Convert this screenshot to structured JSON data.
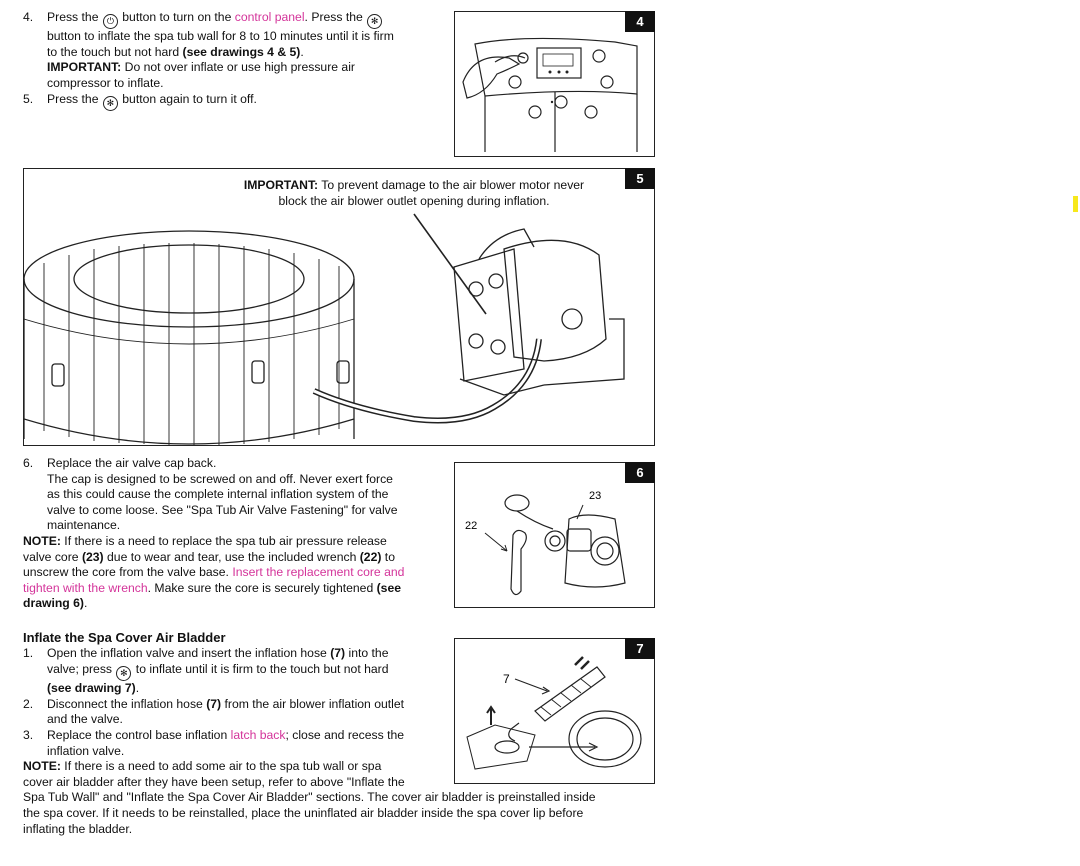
{
  "step4": {
    "num": "4.",
    "t1": "Press the ",
    "t2": " button to turn on the ",
    "link": "control panel",
    "t3": ". Press the ",
    "t4": "button to inflate the spa tub wall for 8 to 10 minutes until it is firm",
    "t5": "to the touch but not hard ",
    "t5b": "(see drawings 4 & 5)",
    "t5c": ".",
    "imp_label": "IMPORTANT:",
    "imp1": " Do not over inflate or use high pressure air",
    "imp2": "compressor to inflate."
  },
  "step5": {
    "num": "5.",
    "t1": "Press the ",
    "t2": " button again to turn it off."
  },
  "drawing4": {
    "tag": "4"
  },
  "drawing5": {
    "tag": "5",
    "imp_label": "IMPORTANT:",
    "line1": " To prevent damage to the air blower motor never",
    "line2": "block the air blower outlet opening during inflation."
  },
  "step6": {
    "num": "6.",
    "l1": "Replace the air valve cap back.",
    "l2": "The cap is designed to be screwed on and off. Never exert force",
    "l3": "as this could cause the complete internal inflation system of the",
    "l4": "valve to come loose. See \"Spa Tub Air Valve Fastening\" for valve",
    "l5": "maintenance."
  },
  "note1": {
    "label": "NOTE:",
    "l1": " If there is a need to replace the spa tub air pressure release",
    "l2a": "valve core ",
    "l2b": "(23)",
    "l2c": " due to wear and tear, use the included wrench ",
    "l2d": "(22)",
    "l2e": " to",
    "l3a": "unscrew the core from the valve base. ",
    "l3b": "Insert the replacement core and",
    "l4a": "tighten with the wrench",
    "l4b": ". Make sure the core is securely tightened ",
    "l4c": "(see",
    "l5": "drawing 6)",
    "l5b": "."
  },
  "drawing6": {
    "tag": "6",
    "label22": "22",
    "label23": "23"
  },
  "cover": {
    "heading": "Inflate the Spa Cover Air Bladder",
    "s1num": "1.",
    "s1a": "Open the inflation valve and insert the inflation hose ",
    "s1b": "(7)",
    "s1c": " into the",
    "s1d": "valve; press ",
    "s1e": " to inflate until it is firm to the touch but not hard",
    "s1f": "(see drawing 7)",
    "s1g": ".",
    "s2num": "2.",
    "s2a": "Disconnect the inflation hose ",
    "s2b": "(7)",
    "s2c": " from the air blower inflation outlet",
    "s2d": "and the valve.",
    "s3num": "3.",
    "s3a": "Replace the control base inflation ",
    "s3b": "latch back",
    "s3c": "; close and recess the",
    "s3d": "inflation valve."
  },
  "drawing7": {
    "tag": "7",
    "label7": "7"
  },
  "note2": {
    "label": "NOTE:",
    "l1": " If there is a need to add some air to the spa tub wall or spa",
    "l2": "cover air bladder after they have been setup, refer to above \"Inflate the",
    "l3": "Spa Tub Wall\" and \"Inflate the Spa Cover Air Bladder\" sections. The cover air bladder is preinstalled inside",
    "l4": "the spa cover. If it needs to be reinstalled, place the uninflated air bladder inside the spa cover lip before",
    "l5": "inflating the bladder."
  }
}
